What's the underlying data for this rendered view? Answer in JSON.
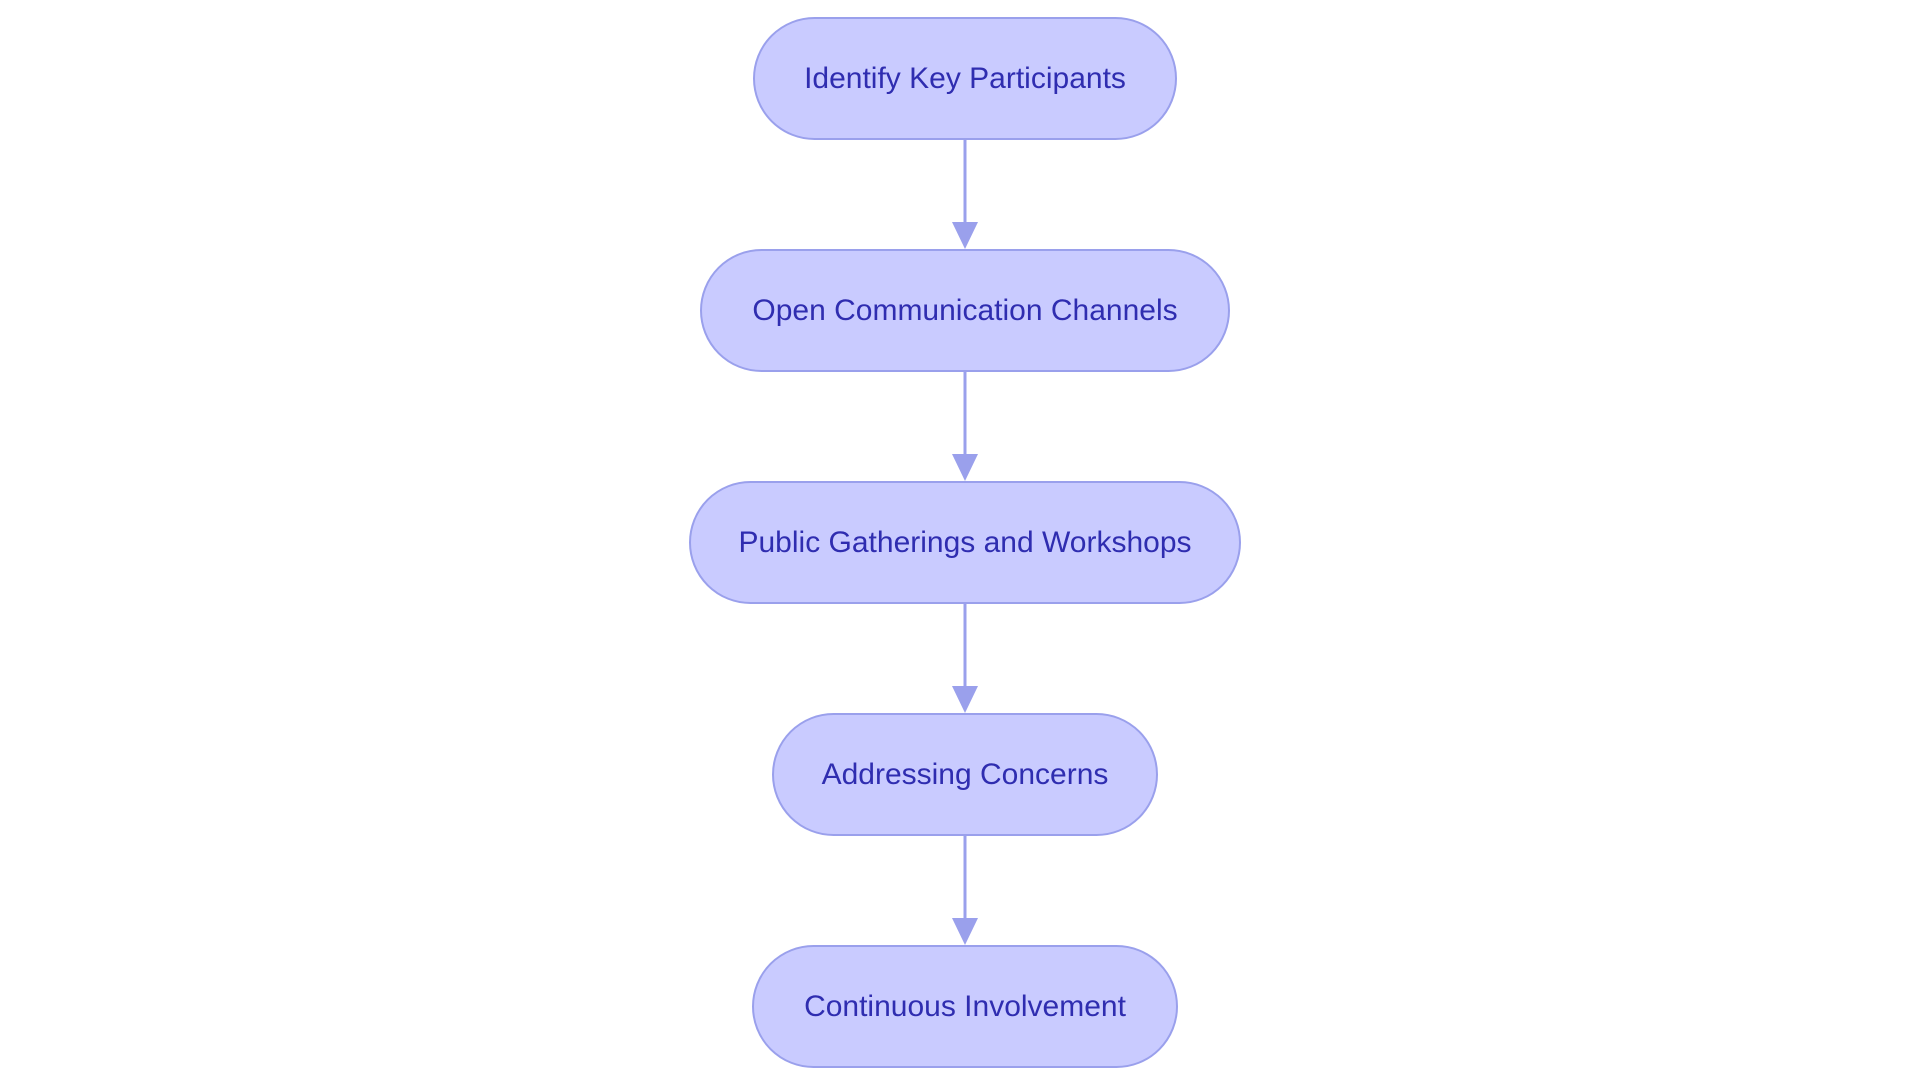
{
  "diagram": {
    "type": "flowchart",
    "direction": "top-to-bottom",
    "colors": {
      "node_fill": "#c9cbff",
      "node_border": "#9aa0ec",
      "node_text": "#2f2db0",
      "edge": "#9aa0ec"
    },
    "nodes": [
      {
        "id": "n1",
        "label": "Identify Key Participants"
      },
      {
        "id": "n2",
        "label": "Open Communication Channels"
      },
      {
        "id": "n3",
        "label": "Public Gatherings and Workshops"
      },
      {
        "id": "n4",
        "label": "Addressing Concerns"
      },
      {
        "id": "n5",
        "label": "Continuous Involvement"
      }
    ],
    "edges": [
      {
        "from": "n1",
        "to": "n2"
      },
      {
        "from": "n2",
        "to": "n3"
      },
      {
        "from": "n3",
        "to": "n4"
      },
      {
        "from": "n4",
        "to": "n5"
      }
    ]
  }
}
